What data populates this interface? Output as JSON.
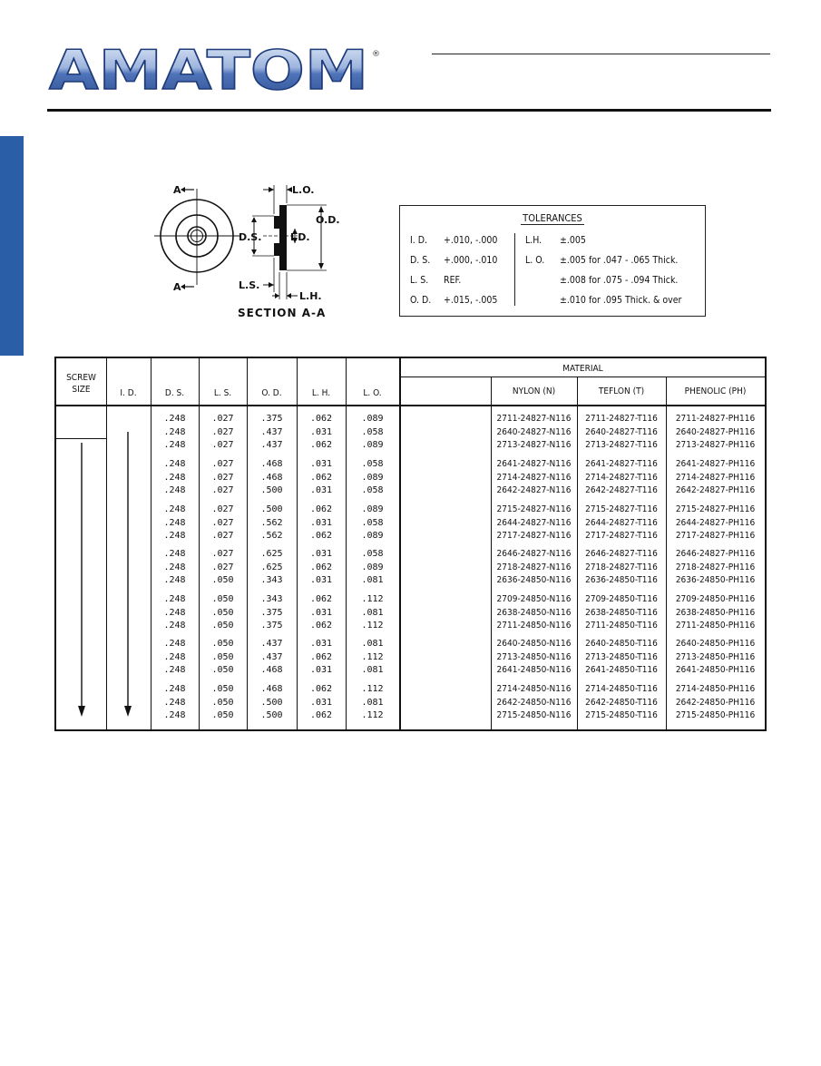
{
  "header": {
    "brand": "AMATOM",
    "registered": "®"
  },
  "drawing": {
    "labels": {
      "a_top": "A",
      "a_bottom": "A",
      "lo": "L.O.",
      "od": "O.D.",
      "ds": "D.S.",
      "id": "I.D.",
      "ls": "L.S.",
      "lh": "L.H.",
      "section": "SECTION A-A"
    }
  },
  "tolerances": {
    "title": "TOLERANCES",
    "left": [
      {
        "label": "I. D.",
        "value": "+.010, -.000"
      },
      {
        "label": "D. S.",
        "value": "+.000, -.010"
      },
      {
        "label": "L. S.",
        "value": "REF."
      },
      {
        "label": "O. D.",
        "value": "+.015, -.005"
      }
    ],
    "right": [
      {
        "label": "L.H.",
        "value": "±.005"
      },
      {
        "label": "L. O.",
        "value": "±.005 for .047 - .065 Thick."
      },
      {
        "label": "",
        "value": "±.008 for .075 - .094 Thick."
      },
      {
        "label": "",
        "value": "±.010 for .095 Thick. & over"
      }
    ]
  },
  "table": {
    "headers": {
      "screw_size_1": "SCREW",
      "screw_size_2": "SIZE",
      "id": "I. D.",
      "ds": "D. S.",
      "ls": "L. S.",
      "od": "O. D.",
      "lh": "L. H.",
      "lo": "L. O.",
      "material": "MATERIAL",
      "nylon": "NYLON (N)",
      "teflon": "TEFLON (T)",
      "phenolic": "PHENOLIC (PH)"
    },
    "rows": [
      {
        "ds": ".248",
        "ls": ".027",
        "od": ".375",
        "lh": ".062",
        "lo": ".089",
        "n": "2711-24827-N116",
        "t": "2711-24827-T116",
        "ph": "2711-24827-PH116"
      },
      {
        "ds": ".248",
        "ls": ".027",
        "od": ".437",
        "lh": ".031",
        "lo": ".058",
        "n": "2640-24827-N116",
        "t": "2640-24827-T116",
        "ph": "2640-24827-PH116"
      },
      {
        "ds": ".248",
        "ls": ".027",
        "od": ".437",
        "lh": ".062",
        "lo": ".089",
        "n": "2713-24827-N116",
        "t": "2713-24827-T116",
        "ph": "2713-24827-PH116"
      },
      {
        "ds": ".248",
        "ls": ".027",
        "od": ".468",
        "lh": ".031",
        "lo": ".058",
        "n": "2641-24827-N116",
        "t": "2641-24827-T116",
        "ph": "2641-24827-PH116"
      },
      {
        "ds": ".248",
        "ls": ".027",
        "od": ".468",
        "lh": ".062",
        "lo": ".089",
        "n": "2714-24827-N116",
        "t": "2714-24827-T116",
        "ph": "2714-24827-PH116"
      },
      {
        "ds": ".248",
        "ls": ".027",
        "od": ".500",
        "lh": ".031",
        "lo": ".058",
        "n": "2642-24827-N116",
        "t": "2642-24827-T116",
        "ph": "2642-24827-PH116"
      },
      {
        "ds": ".248",
        "ls": ".027",
        "od": ".500",
        "lh": ".062",
        "lo": ".089",
        "n": "2715-24827-N116",
        "t": "2715-24827-T116",
        "ph": "2715-24827-PH116"
      },
      {
        "ds": ".248",
        "ls": ".027",
        "od": ".562",
        "lh": ".031",
        "lo": ".058",
        "n": "2644-24827-N116",
        "t": "2644-24827-T116",
        "ph": "2644-24827-PH116"
      },
      {
        "ds": ".248",
        "ls": ".027",
        "od": ".562",
        "lh": ".062",
        "lo": ".089",
        "n": "2717-24827-N116",
        "t": "2717-24827-T116",
        "ph": "2717-24827-PH116"
      },
      {
        "ds": ".248",
        "ls": ".027",
        "od": ".625",
        "lh": ".031",
        "lo": ".058",
        "n": "2646-24827-N116",
        "t": "2646-24827-T116",
        "ph": "2646-24827-PH116"
      },
      {
        "ds": ".248",
        "ls": ".027",
        "od": ".625",
        "lh": ".062",
        "lo": ".089",
        "n": "2718-24827-N116",
        "t": "2718-24827-T116",
        "ph": "2718-24827-PH116"
      },
      {
        "ds": ".248",
        "ls": ".050",
        "od": ".343",
        "lh": ".031",
        "lo": ".081",
        "n": "2636-24850-N116",
        "t": "2636-24850-T116",
        "ph": "2636-24850-PH116"
      },
      {
        "ds": ".248",
        "ls": ".050",
        "od": ".343",
        "lh": ".062",
        "lo": ".112",
        "n": "2709-24850-N116",
        "t": "2709-24850-T116",
        "ph": "2709-24850-PH116"
      },
      {
        "ds": ".248",
        "ls": ".050",
        "od": ".375",
        "lh": ".031",
        "lo": ".081",
        "n": "2638-24850-N116",
        "t": "2638-24850-T116",
        "ph": "2638-24850-PH116"
      },
      {
        "ds": ".248",
        "ls": ".050",
        "od": ".375",
        "lh": ".062",
        "lo": ".112",
        "n": "2711-24850-N116",
        "t": "2711-24850-T116",
        "ph": "2711-24850-PH116"
      },
      {
        "ds": ".248",
        "ls": ".050",
        "od": ".437",
        "lh": ".031",
        "lo": ".081",
        "n": "2640-24850-N116",
        "t": "2640-24850-T116",
        "ph": "2640-24850-PH116"
      },
      {
        "ds": ".248",
        "ls": ".050",
        "od": ".437",
        "lh": ".062",
        "lo": ".112",
        "n": "2713-24850-N116",
        "t": "2713-24850-T116",
        "ph": "2713-24850-PH116"
      },
      {
        "ds": ".248",
        "ls": ".050",
        "od": ".468",
        "lh": ".031",
        "lo": ".081",
        "n": "2641-24850-N116",
        "t": "2641-24850-T116",
        "ph": "2641-24850-PH116"
      },
      {
        "ds": ".248",
        "ls": ".050",
        "od": ".468",
        "lh": ".062",
        "lo": ".112",
        "n": "2714-24850-N116",
        "t": "2714-24850-T116",
        "ph": "2714-24850-PH116"
      },
      {
        "ds": ".248",
        "ls": ".050",
        "od": ".500",
        "lh": ".031",
        "lo": ".081",
        "n": "2642-24850-N116",
        "t": "2642-24850-T116",
        "ph": "2642-24850-PH116"
      },
      {
        "ds": ".248",
        "ls": ".050",
        "od": ".500",
        "lh": ".062",
        "lo": ".112",
        "n": "2715-24850-N116",
        "t": "2715-24850-T116",
        "ph": "2715-24850-PH116"
      }
    ]
  }
}
